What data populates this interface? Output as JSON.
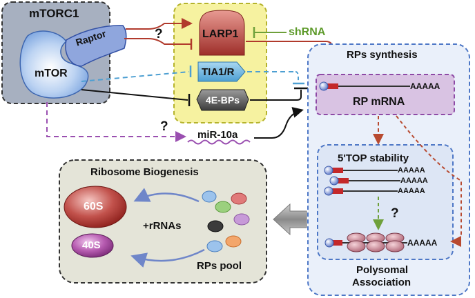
{
  "mtorc1": {
    "title": "mTORC1",
    "raptor": "Raptor",
    "mtor": "mTOR"
  },
  "regulators": {
    "larp1": "LARP1",
    "tia1r": "TIA1/R",
    "bps": "4E-BPs",
    "shrna": "shRNA",
    "mir10a": "miR-10a"
  },
  "question": "?",
  "rps_synthesis": {
    "title": "RPs synthesis",
    "mrna_label": "RP mRNA",
    "polya": "AAAAA"
  },
  "top_stability": {
    "title": "5'TOP stability",
    "polya": "AAAAA"
  },
  "polysomal": {
    "line1": "Polysomal",
    "line2": "Association"
  },
  "ribosome": {
    "title": "Ribosome Biogenesis",
    "large": "60S",
    "small": "40S",
    "rrnas": "+rRNAs",
    "pool": "RPs pool"
  }
}
